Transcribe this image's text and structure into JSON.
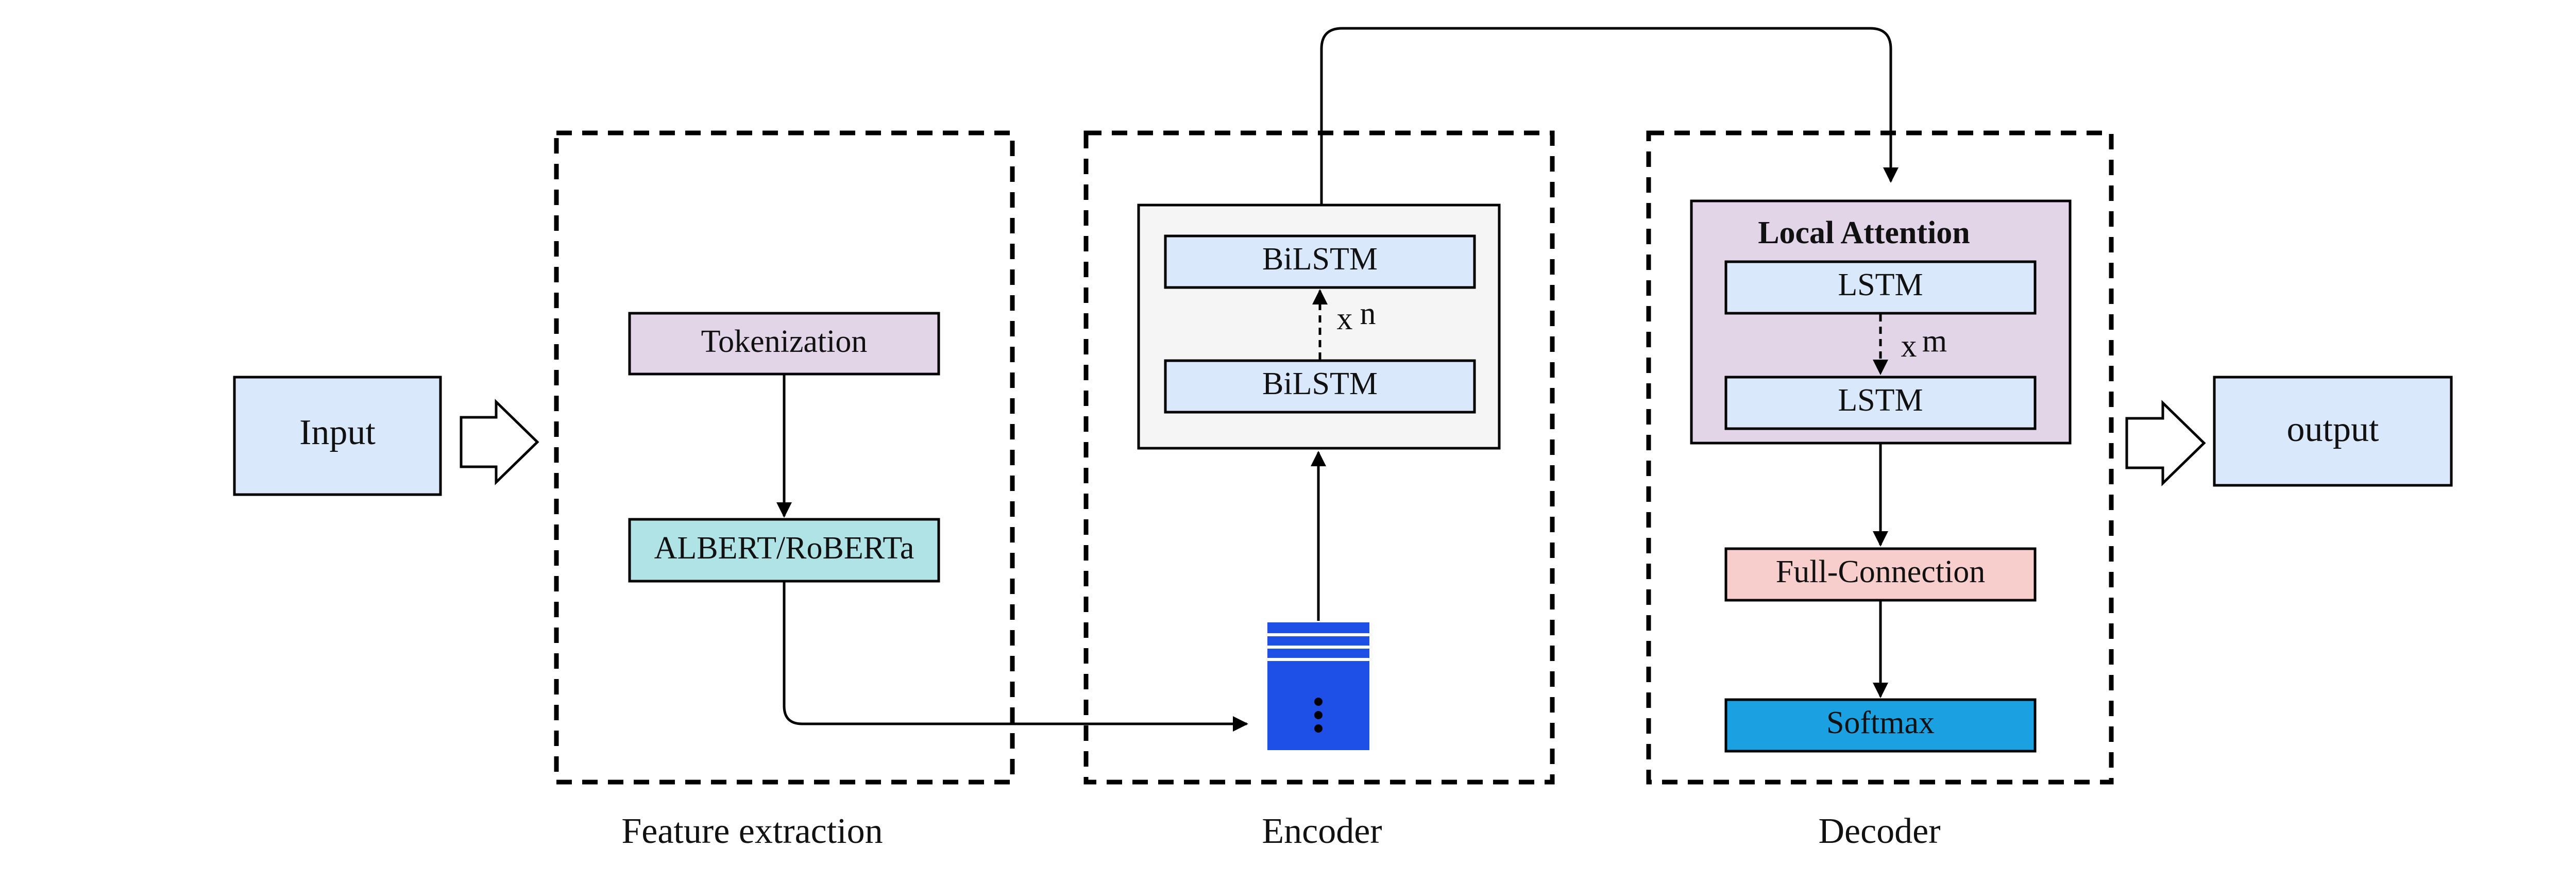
{
  "input": {
    "label": "Input"
  },
  "output": {
    "label": "output"
  },
  "feature_extraction": {
    "caption": "Feature extraction",
    "tokenization": "Tokenization",
    "model": "ALBERT/RoBERTa"
  },
  "encoder": {
    "caption": "Encoder",
    "top_layer": "BiLSTM",
    "bottom_layer": "BiLSTM",
    "repeat_x": "x",
    "repeat_n": "n"
  },
  "decoder": {
    "caption": "Decoder",
    "attention_title": "Local Attention",
    "top_layer": "LSTM",
    "bottom_layer": "LSTM",
    "repeat_x": "x",
    "repeat_m": "m",
    "full_connection": "Full-Connection",
    "softmax": "Softmax"
  },
  "colors": {
    "input_fill": "#dae8fc",
    "tokenization_fill": "#e1d5e7",
    "model_fill": "#b0e3e6",
    "encoder_panel_fill": "#f5f5f5",
    "lstm_fill": "#dae8fc",
    "attention_fill": "#e1d5e7",
    "full_connection_fill": "#f8cecc",
    "softmax_fill": "#1ba1e2",
    "embedding_fill": "#1e4fe6"
  }
}
